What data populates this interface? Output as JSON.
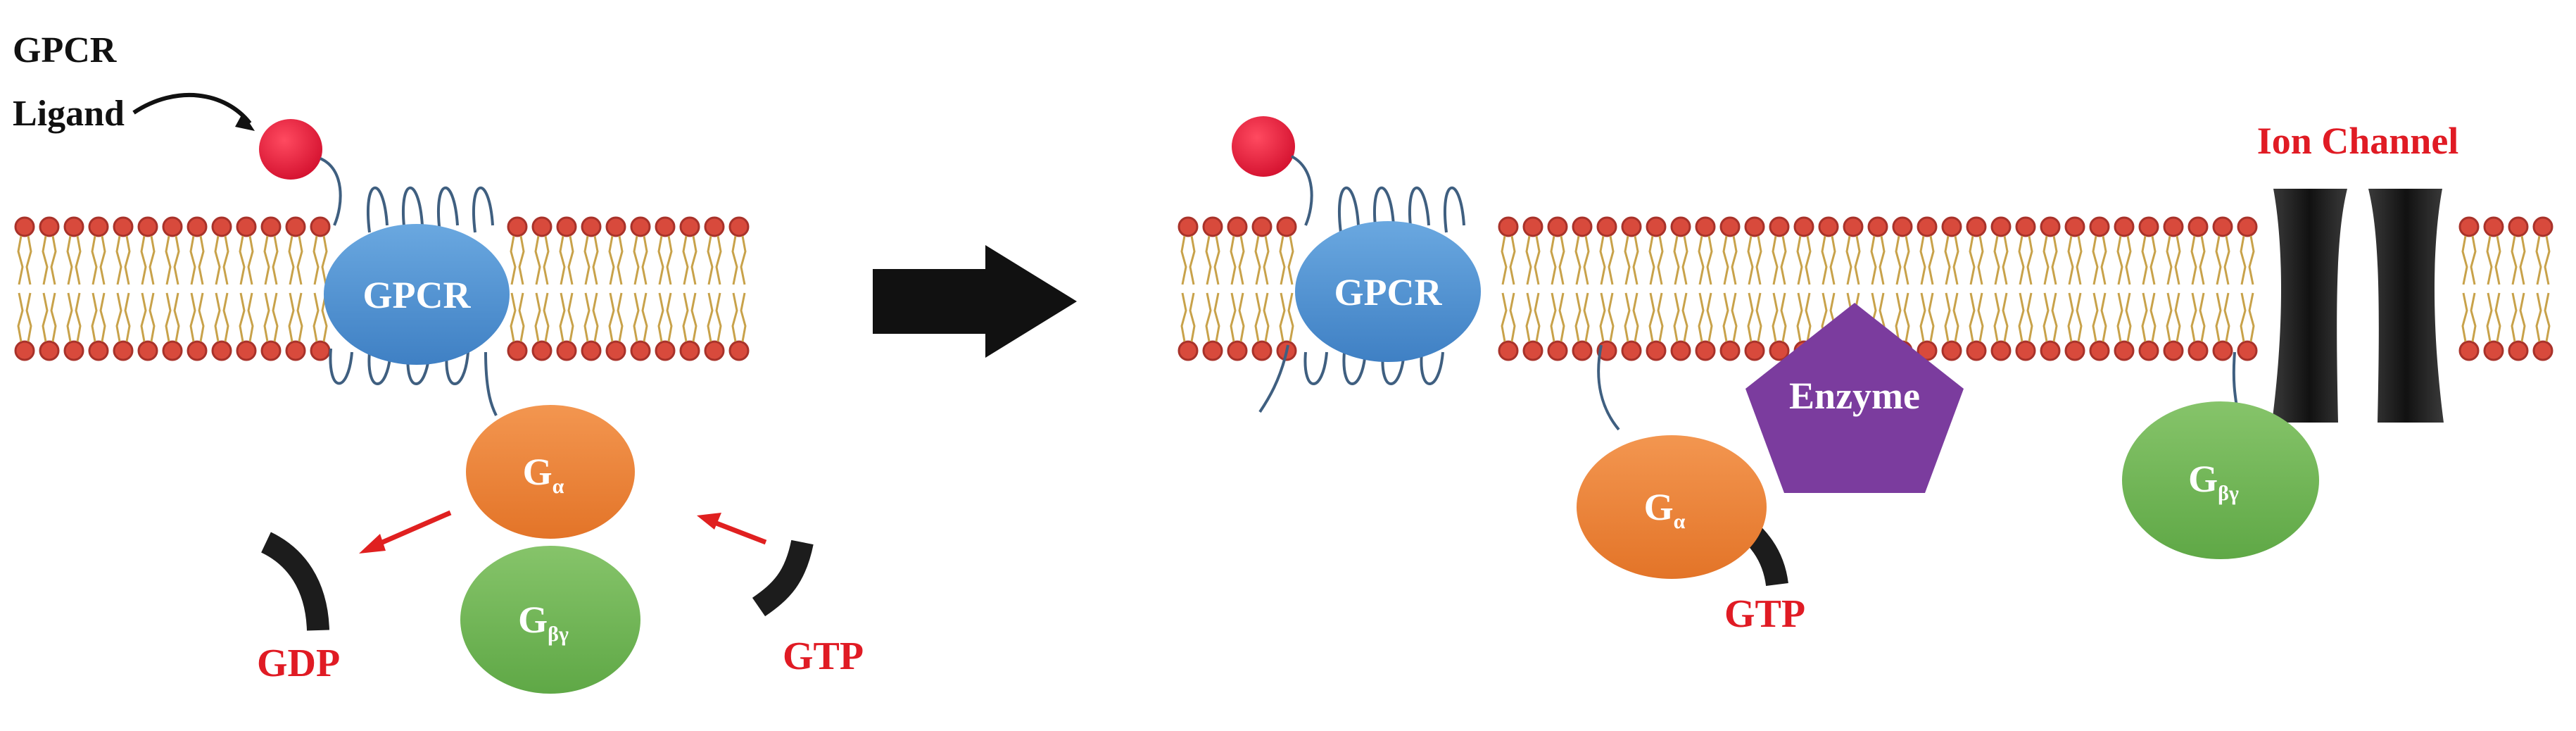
{
  "labels": {
    "gpcr_ligand_line1": "GPCR",
    "gpcr_ligand_line2": "Ligand",
    "gpcr_left": "GPCR",
    "gpcr_right": "GPCR",
    "g_alpha_base": "G",
    "g_alpha_sub": "α",
    "g_betagamma_base": "G",
    "g_betagamma_sub": "βγ",
    "gdp": "GDP",
    "gtp_left": "GTP",
    "gtp_right": "GTP",
    "enzyme": "Enzyme",
    "ion_channel": "Ion Channel"
  },
  "colors": {
    "ligand": "#e8173a",
    "gpcr": "#4a8fd0",
    "g_alpha": "#ee8030",
    "g_betagamma": "#6bb24f",
    "enzyme": "#7b3c9e",
    "channel": "#1c1c1c",
    "red_label": "#e01b24",
    "arrow_red": "#e02020",
    "lipid_head": "#d84a3c",
    "lipid_tail": "#c8a24a"
  }
}
